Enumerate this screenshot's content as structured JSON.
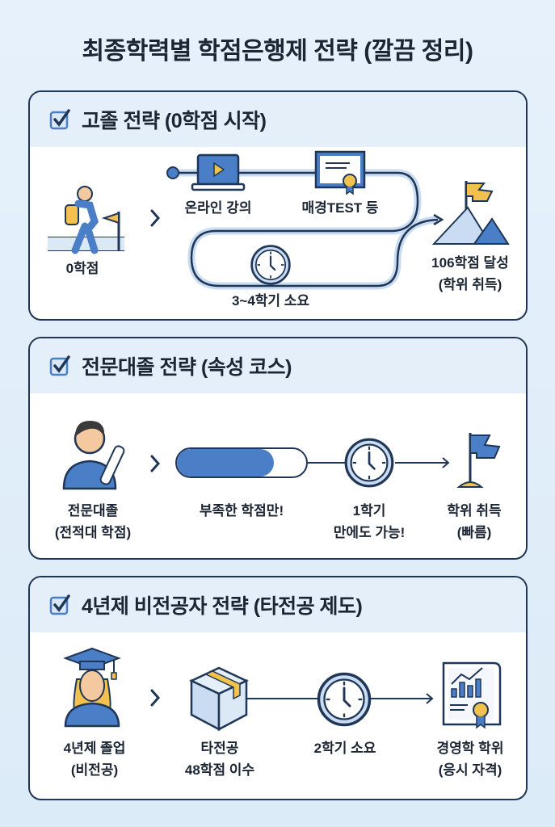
{
  "title": "최종학력별 학점은행제 전략 (깔끔 정리)",
  "colors": {
    "navy": "#1f3656",
    "blue": "#4a7fc8",
    "light_blue": "#e4eff9",
    "yellow": "#f2c14e"
  },
  "sections": [
    {
      "heading": "고졸 전략 (0학점 시작)",
      "steps": {
        "start": "0학점",
        "online": "온라인 강의",
        "test": "매경TEST 등",
        "duration": "3~4학기 소요",
        "goal_line1": "106학점 달성",
        "goal_line2": "(학위 취득)"
      }
    },
    {
      "heading": "전문대졸 전략 (속성 코스)",
      "progress_fraction": 0.75,
      "steps": {
        "start_line1": "전문대졸",
        "start_line2": "(전적대 학점)",
        "partial": "부족한 학점만!",
        "duration_line1": "1학기",
        "duration_line2": "만에도 가능!",
        "goal_line1": "학위 취득",
        "goal_line2": "(빠름)"
      }
    },
    {
      "heading": "4년제 비전공자 전략 (타전공 제도)",
      "steps": {
        "start_line1": "4년제 졸업",
        "start_line2": "(비전공)",
        "credits_line1": "타전공",
        "credits_line2": "48학점 이수",
        "duration": "2학기 소요",
        "goal_line1": "경영학 학위",
        "goal_line2": "(응시 자격)"
      }
    }
  ]
}
